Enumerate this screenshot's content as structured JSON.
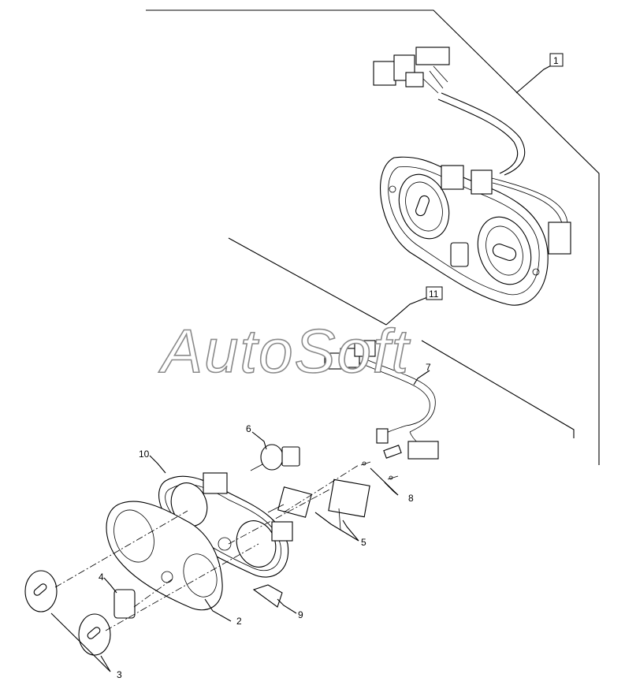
{
  "watermark": "AutoSoft",
  "callouts": {
    "c1": "1",
    "c2": "2",
    "c3": "3",
    "c4": "4",
    "c5": "5",
    "c6": "6",
    "c7": "7",
    "c8": "8",
    "c9": "9",
    "c10": "10",
    "c11": "11"
  }
}
